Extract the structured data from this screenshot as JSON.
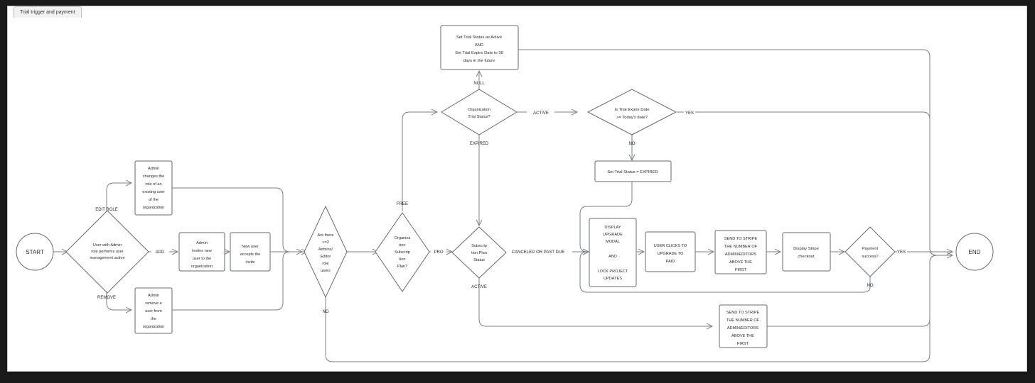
{
  "window": {
    "tab_label": "Trial trigger and payment"
  },
  "diagram": {
    "title": "Trial trigger and payment",
    "nodes": [
      {
        "id": "start",
        "type": "circle",
        "label": "START"
      },
      {
        "id": "action",
        "type": "diamond",
        "label": "User with Admin role performs user management action"
      },
      {
        "id": "editrole",
        "type": "rect",
        "label": "Admin changes the role of an existing user of the organization"
      },
      {
        "id": "invite",
        "type": "rect",
        "label": "Admin invites new user to the organization"
      },
      {
        "id": "accept",
        "type": "rect",
        "label": "New user accepts the invite"
      },
      {
        "id": "remove",
        "type": "rect",
        "label": "Admin remove a user from the organization"
      },
      {
        "id": "twoadmins",
        "type": "diamond",
        "label": "Are there >=2 Admins/Editor role users"
      },
      {
        "id": "plan",
        "type": "diamond",
        "label": "Organization Subscription Plan?"
      },
      {
        "id": "trial",
        "type": "diamond",
        "label": "Organization Trial Status?"
      },
      {
        "id": "settrial",
        "type": "rect",
        "label": "Set Trial Status as Active AND Set Trial Expire Date to 30 days in the future"
      },
      {
        "id": "expirecheck",
        "type": "diamond",
        "label": "Is Trial Expire Date >= Today's date?"
      },
      {
        "id": "setexpired",
        "type": "rect",
        "label": "Set Trial Status = EXPIRED"
      },
      {
        "id": "planstatus",
        "type": "diamond",
        "label": "Subscription Plan Status"
      },
      {
        "id": "modal",
        "type": "rect",
        "label": "DISPLAY UPGRADE MODAL AND LOCK PROJECT UPDATES"
      },
      {
        "id": "upgrade",
        "type": "rect",
        "label": "USER CLICKS TO UPGRADE TO PAID"
      },
      {
        "id": "stripe1",
        "type": "rect",
        "label": "SEND TO STRIPE THE NUMBER OF ADMIN/EDITORS ABOVE THE FIRST"
      },
      {
        "id": "checkout",
        "type": "rect",
        "label": "Display Stripe checkout"
      },
      {
        "id": "payment",
        "type": "diamond",
        "label": "Payment success?"
      },
      {
        "id": "stripe2",
        "type": "rect",
        "label": "SEND TO STRIPE THE NUMBER OF ADMIN/EDITORS ABOVE THE FIRST"
      },
      {
        "id": "end",
        "type": "circle",
        "label": "END"
      }
    ],
    "node_text": {
      "start": [
        "START"
      ],
      "action": [
        "User with Admin",
        "role performs user",
        "management action"
      ],
      "editrole": [
        "Admin",
        "changes the",
        "role of an",
        "existing user",
        "of the",
        "organization"
      ],
      "invite": [
        "Admin",
        "invites new",
        "user to the",
        "organization"
      ],
      "accept": [
        "New user",
        "accepts the",
        "invite"
      ],
      "remove": [
        "Admin",
        "remove a",
        "user from",
        "the",
        "organization"
      ],
      "twoadmins": [
        "Are there",
        ">=2",
        "Admins/",
        "Editor",
        "role",
        "users"
      ],
      "plan": [
        "Organiza",
        "tion",
        "Subscrip",
        "tion",
        "Plan?"
      ],
      "trial": [
        "Organization",
        "Trial Status?"
      ],
      "settrial": [
        "Set Trial Status as Active",
        "AND",
        "Set Trial Expire Date to 30",
        "days in the future"
      ],
      "expirecheck": [
        "Is Trial Expire Date",
        ">= Today's date?"
      ],
      "setexpired": [
        "Set Trial Status = EXPIRED"
      ],
      "planstatus": [
        "Subscrip",
        "tion Plan",
        "Status"
      ],
      "modal": [
        "DISPLAY",
        "UPGRADE",
        "MODAL",
        "",
        "AND",
        "",
        "LOCK PROJECT",
        "UPDATES"
      ],
      "upgrade": [
        "USER CLICKS TO",
        "UPGRADE TO",
        "PAID"
      ],
      "stripe1": [
        "SEND TO STRIPE",
        "THE NUMBER OF",
        "ADMIN/EDITORS",
        "ABOVE THE",
        "FIRST"
      ],
      "checkout": [
        "Display Stripe",
        "checkout"
      ],
      "payment": [
        "Payment",
        "success?"
      ],
      "stripe2": [
        "SEND TO STRIPE",
        "THE NUMBER OF",
        "ADMIN/EDITORS",
        "ABOVE THE",
        "FIRST"
      ],
      "end": [
        "END"
      ]
    },
    "edge_labels": [
      {
        "id": "edit-role",
        "text": "EDIT ROLE"
      },
      {
        "id": "add",
        "text": "ADD"
      },
      {
        "id": "remove",
        "text": "REMOVE"
      },
      {
        "id": "no-two-admins",
        "text": "NO"
      },
      {
        "id": "free",
        "text": "FREE"
      },
      {
        "id": "pro",
        "text": "PRO"
      },
      {
        "id": "null-trial",
        "text": "NULL"
      },
      {
        "id": "active-trial",
        "text": "ACTIVE"
      },
      {
        "id": "expired-trial",
        "text": "EXPIRED"
      },
      {
        "id": "yes-expire",
        "text": "YES"
      },
      {
        "id": "no-expire",
        "text": "NO"
      },
      {
        "id": "canceled-past-due",
        "text": "CANCELED OR PAST DUE"
      },
      {
        "id": "active-plan",
        "text": "ACTIVE"
      },
      {
        "id": "yes-payment",
        "text": "YES"
      },
      {
        "id": "no-payment",
        "text": "NO"
      }
    ],
    "colors": {
      "stroke": "#6f747a",
      "fill": "#ffffff",
      "text": "#2b2b2b",
      "canvas": "#ffffff"
    }
  }
}
